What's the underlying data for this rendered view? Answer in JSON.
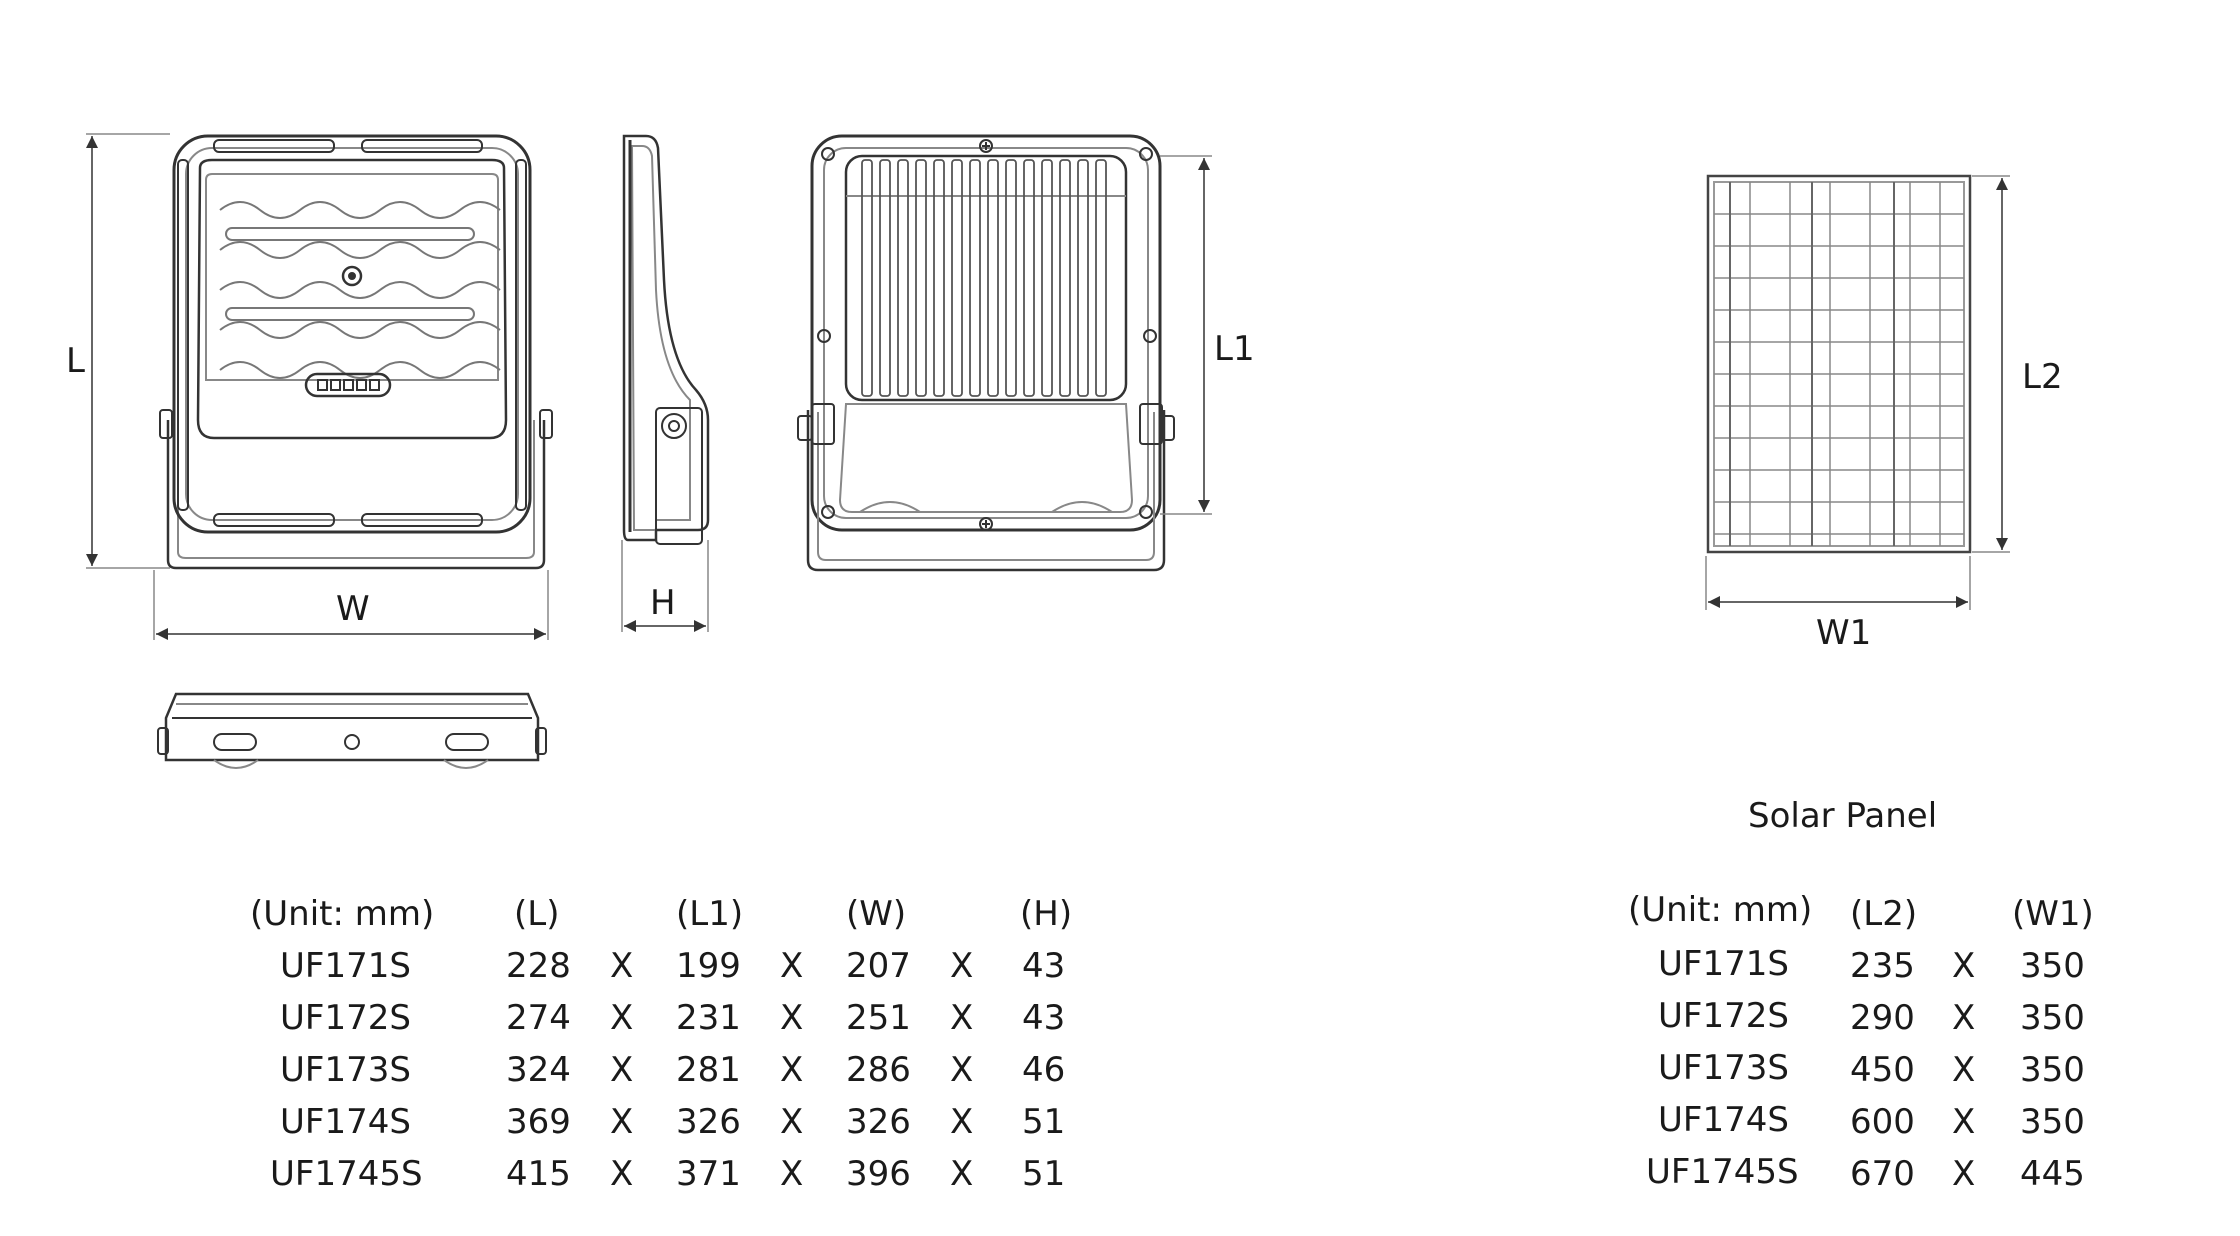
{
  "dimension_labels": {
    "L": "L",
    "W": "W",
    "H": "H",
    "L1": "L1",
    "L2": "L2",
    "W1": "W1"
  },
  "solar_caption": "Solar Panel",
  "light_table": {
    "unit": "(Unit: mm)",
    "headers": [
      "(L)",
      "(L1)",
      "(W)",
      "(H)"
    ],
    "separator": "X",
    "rows": [
      {
        "model": "UF171S",
        "values": [
          "228",
          "199",
          "207",
          "43"
        ]
      },
      {
        "model": "UF172S",
        "values": [
          "274",
          "231",
          "251",
          "43"
        ]
      },
      {
        "model": "UF173S",
        "values": [
          "324",
          "281",
          "286",
          "46"
        ]
      },
      {
        "model": "UF174S",
        "values": [
          "369",
          "326",
          "326",
          "51"
        ]
      },
      {
        "model": "UF1745S",
        "values": [
          "415",
          "371",
          "396",
          "51"
        ]
      }
    ]
  },
  "panel_table": {
    "unit": "(Unit: mm)",
    "headers": [
      "(L2)",
      "(W1)"
    ],
    "separator": "X",
    "rows": [
      {
        "model": "UF171S",
        "values": [
          "235",
          "350"
        ]
      },
      {
        "model": "UF172S",
        "values": [
          "290",
          "350"
        ]
      },
      {
        "model": "UF173S",
        "values": [
          "450",
          "350"
        ]
      },
      {
        "model": "UF174S",
        "values": [
          "600",
          "350"
        ]
      },
      {
        "model": "UF1745S",
        "values": [
          "670",
          "445"
        ]
      }
    ]
  },
  "colors": {
    "line": "#333333",
    "light_line": "#888888"
  }
}
